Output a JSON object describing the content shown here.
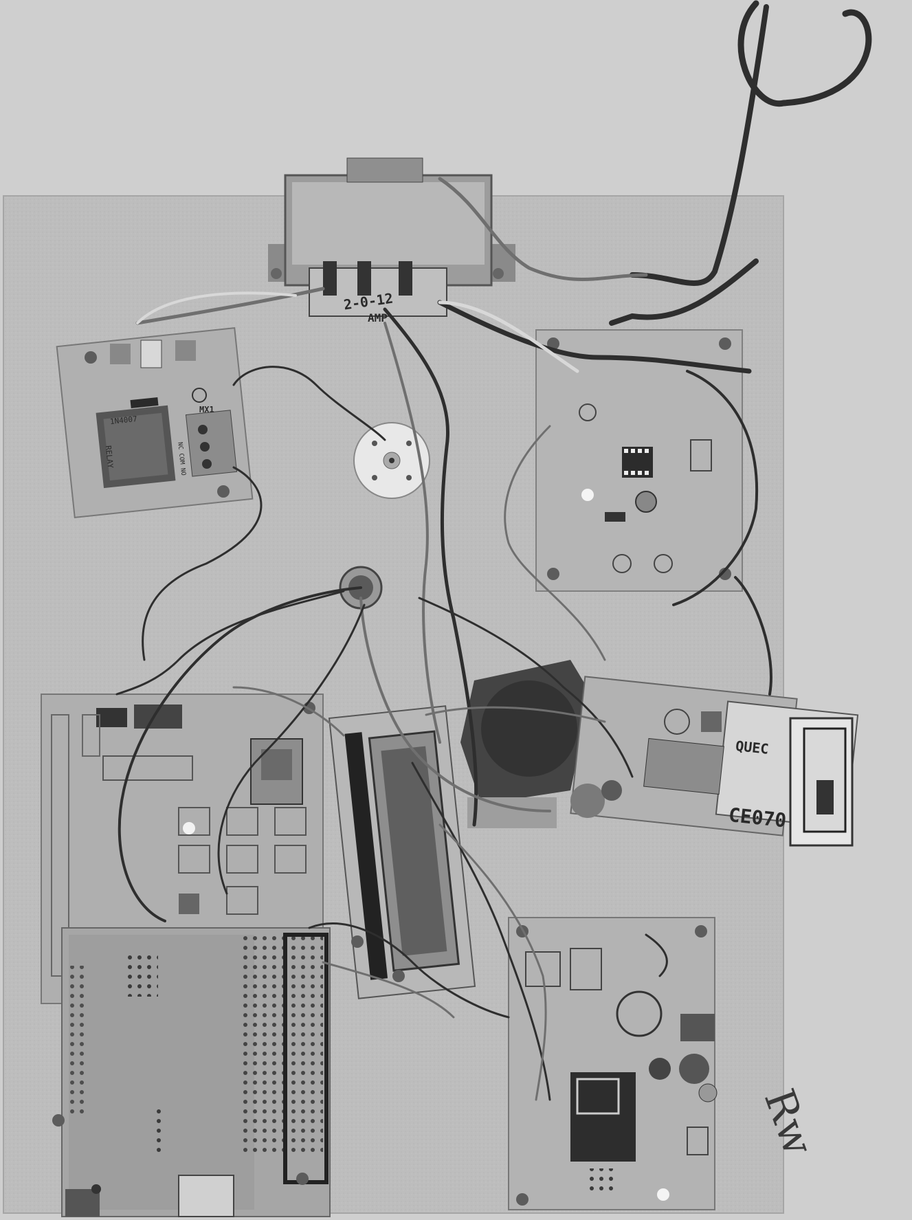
{
  "palette": {
    "background": "#cfcfcf",
    "board": "#bdbdbd",
    "pcb": "#a9a9a9",
    "pcb_dark": "#7d7d7d",
    "metal": "#9a9a9a",
    "wire": "#2e2e2e",
    "wire_light": "#6f6f6f",
    "wire_pale": "#d8d8d8"
  },
  "labels": {
    "transformer_rating": "2-0-12",
    "transformer_amp": "AMP",
    "diode_label": "1N4007",
    "relay_label": "RELAY",
    "relay_header": "MX1",
    "relay_terminal": "NC COM NO",
    "ce_mark": "CE070",
    "gsm_brand": "QUEC",
    "signature": "Rw"
  },
  "components": [
    {
      "name": "transformer",
      "label": "Step-down transformer"
    },
    {
      "name": "relay-module",
      "label": "Relay board"
    },
    {
      "name": "motor",
      "label": "DC motor"
    },
    {
      "name": "sensor-board",
      "label": "Sensor board"
    },
    {
      "name": "buzzer",
      "label": "Buzzer"
    },
    {
      "name": "power-supply-board",
      "label": "Power supply / main PCB"
    },
    {
      "name": "arduino-board",
      "label": "Microcontroller board"
    },
    {
      "name": "lcd-display",
      "label": "LCD display"
    },
    {
      "name": "gsm-module",
      "label": "GSM module"
    },
    {
      "name": "wifi-module",
      "label": "Wi-Fi module"
    }
  ]
}
